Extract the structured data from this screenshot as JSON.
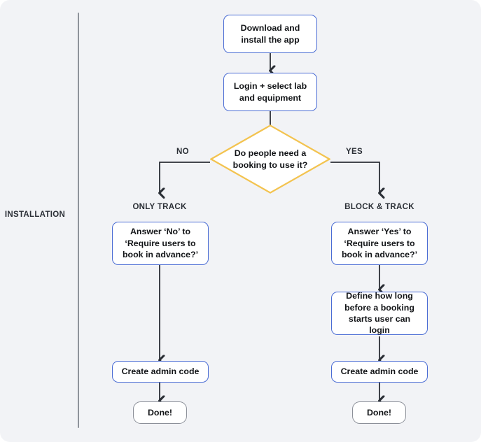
{
  "phase": {
    "label": "INSTALLATION"
  },
  "colors": {
    "background": "#f2f3f6",
    "node_border": "#4a6cd4",
    "terminal_border": "#8c9099",
    "decision_border": "#f3c34f",
    "connector": "#2b2f36",
    "divider": "#8f939b",
    "text": "#121417"
  },
  "nodes": {
    "download": {
      "text": "Download and\ninstall the app"
    },
    "login": {
      "text": "Login + select lab\nand equipment"
    },
    "decision": {
      "text": "Do people need a\nbooking to use it?"
    },
    "left_answer": {
      "text": "Answer ‘No’ to\n‘Require users to\nbook in advance?’"
    },
    "left_admin": {
      "text": "Create admin code"
    },
    "left_done": {
      "text": "Done!"
    },
    "right_answer": {
      "text": "Answer ‘Yes’ to\n‘Require users to\nbook in advance?’"
    },
    "right_define": {
      "text": "Define how long\nbefore a booking\nstarts user can login"
    },
    "right_admin": {
      "text": "Create admin code"
    },
    "right_done": {
      "text": "Done!"
    }
  },
  "branches": {
    "no_label": "NO",
    "yes_label": "YES",
    "left_lane": "ONLY TRACK",
    "right_lane": "BLOCK & TRACK"
  },
  "chart_data": {
    "type": "diagram",
    "title": "Installation flow",
    "flow": [
      {
        "id": "download",
        "label": "Download and install the app",
        "shape": "rounded-rect"
      },
      {
        "id": "login",
        "label": "Login + select lab and equipment",
        "shape": "rounded-rect"
      },
      {
        "id": "decision",
        "label": "Do people need a booking to use it?",
        "shape": "diamond"
      },
      {
        "id": "left_answer",
        "label": "Answer ‘No’ to ‘Require users to book in advance?’",
        "shape": "rounded-rect",
        "lane": "ONLY TRACK"
      },
      {
        "id": "left_admin",
        "label": "Create admin code",
        "shape": "rounded-rect",
        "lane": "ONLY TRACK"
      },
      {
        "id": "left_done",
        "label": "Done!",
        "shape": "terminal",
        "lane": "ONLY TRACK"
      },
      {
        "id": "right_answer",
        "label": "Answer ‘Yes’ to ‘Require users to book in advance?’",
        "shape": "rounded-rect",
        "lane": "BLOCK & TRACK"
      },
      {
        "id": "right_define",
        "label": "Define how long before a booking starts user can login",
        "shape": "rounded-rect",
        "lane": "BLOCK & TRACK"
      },
      {
        "id": "right_admin",
        "label": "Create admin code",
        "shape": "rounded-rect",
        "lane": "BLOCK & TRACK"
      },
      {
        "id": "right_done",
        "label": "Done!",
        "shape": "terminal",
        "lane": "BLOCK & TRACK"
      }
    ],
    "edges": [
      {
        "from": "download",
        "to": "login",
        "label": ""
      },
      {
        "from": "login",
        "to": "decision",
        "label": ""
      },
      {
        "from": "decision",
        "to": "left_answer",
        "label": "NO"
      },
      {
        "from": "decision",
        "to": "right_answer",
        "label": "YES"
      },
      {
        "from": "left_answer",
        "to": "left_admin",
        "label": ""
      },
      {
        "from": "left_admin",
        "to": "left_done",
        "label": ""
      },
      {
        "from": "right_answer",
        "to": "right_define",
        "label": ""
      },
      {
        "from": "right_define",
        "to": "right_admin",
        "label": ""
      },
      {
        "from": "right_admin",
        "to": "right_done",
        "label": ""
      }
    ]
  }
}
